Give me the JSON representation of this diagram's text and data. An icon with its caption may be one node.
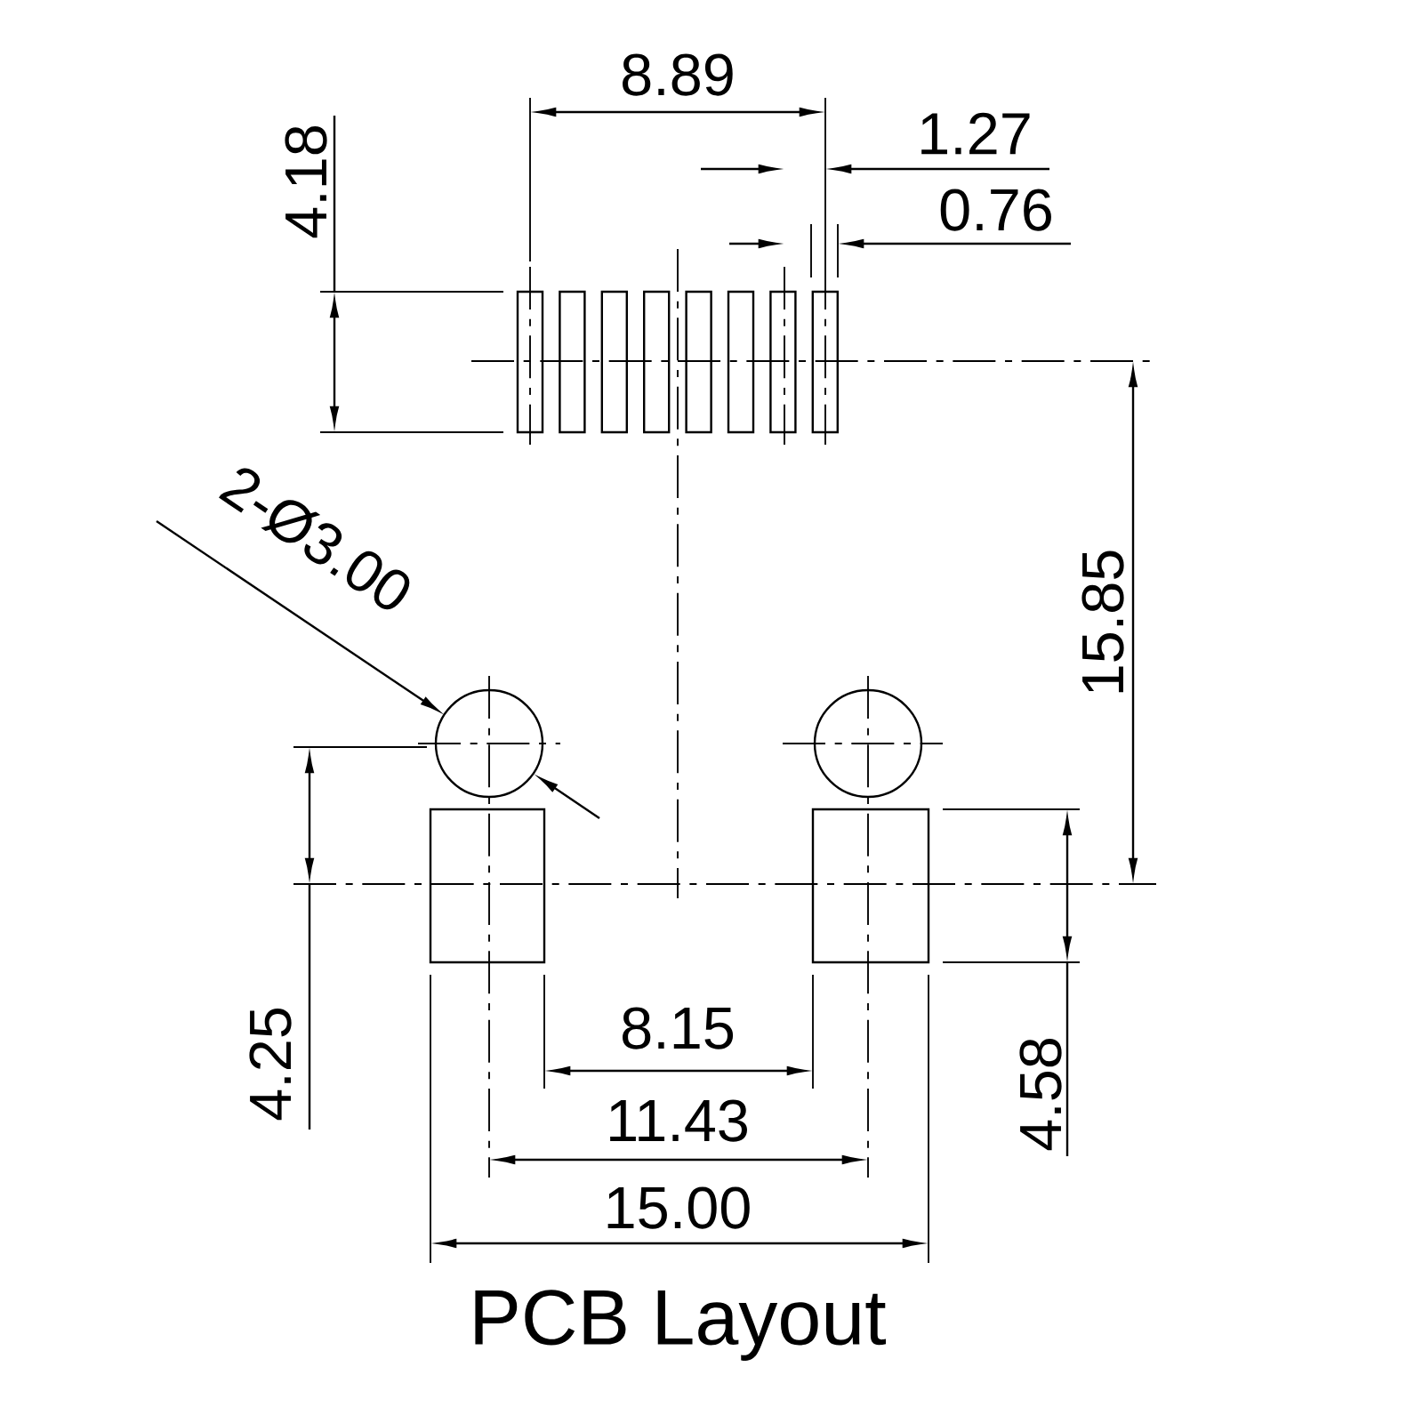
{
  "diagram": {
    "caption": "PCB Layout",
    "labels": [
      "8.89",
      "1.27",
      "0.76",
      "4.18",
      "15.85",
      "2-Ø3.00",
      "4.25",
      "4.58",
      "8.15",
      "11.43",
      "15.00"
    ]
  }
}
